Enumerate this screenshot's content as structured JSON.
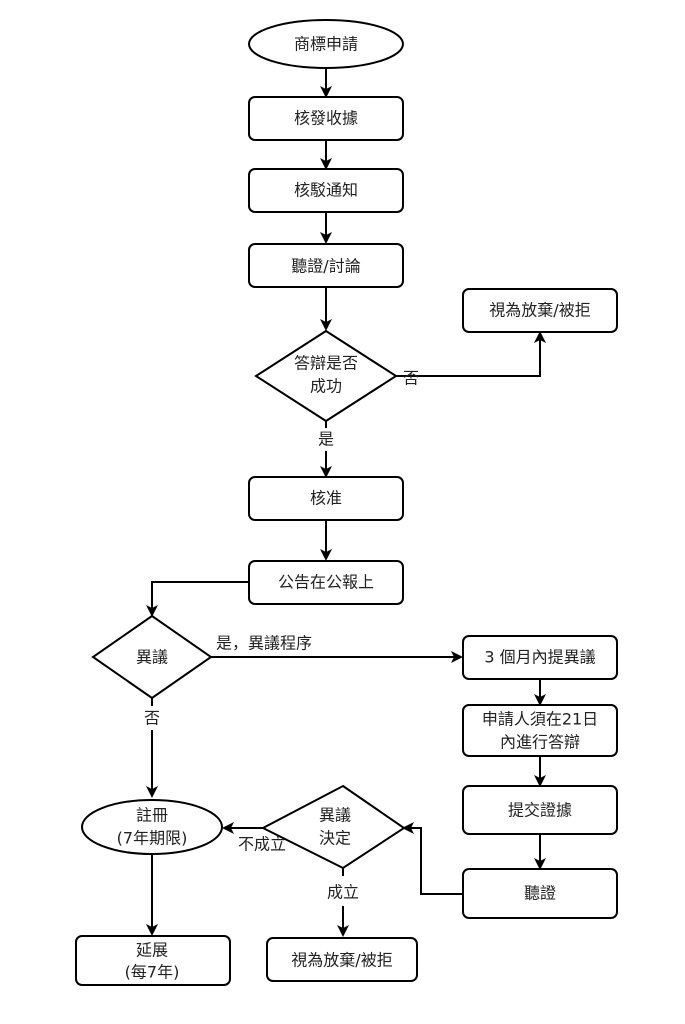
{
  "diagram": {
    "type": "flowchart",
    "nodes": {
      "start": {
        "shape": "ellipse",
        "lines": [
          "商標申請"
        ]
      },
      "receipt": {
        "shape": "rect",
        "lines": [
          "核發收據"
        ]
      },
      "examine": {
        "shape": "rect",
        "lines": [
          "核駁通知"
        ]
      },
      "hearing1": {
        "shape": "rect",
        "lines": [
          "聽證/討論"
        ]
      },
      "defense_ok": {
        "shape": "diamond",
        "lines": [
          "答辯是否",
          "成功"
        ]
      },
      "reject1": {
        "shape": "rect",
        "lines": [
          "視為放棄/被拒"
        ]
      },
      "approve": {
        "shape": "rect",
        "lines": [
          "核准"
        ]
      },
      "publish": {
        "shape": "rect",
        "lines": [
          "公告在公報上"
        ]
      },
      "opposition": {
        "shape": "diamond",
        "lines": [
          "異議"
        ]
      },
      "file_opp": {
        "shape": "rect",
        "lines": [
          "3 個月內提異議"
        ]
      },
      "reply21": {
        "shape": "rect",
        "lines": [
          "申請人須在21日",
          "內進行答辯"
        ]
      },
      "evidence": {
        "shape": "rect",
        "lines": [
          "提交證據"
        ]
      },
      "hearing2": {
        "shape": "rect",
        "lines": [
          "聽證"
        ]
      },
      "opp_decision": {
        "shape": "diamond",
        "lines": [
          "異議",
          "決定"
        ]
      },
      "register": {
        "shape": "ellipse",
        "lines": [
          "註冊",
          "(7年期限)"
        ]
      },
      "renew": {
        "shape": "rect",
        "lines": [
          "延展",
          "(每7年)"
        ]
      },
      "reject2": {
        "shape": "rect",
        "lines": [
          "視為放棄/被拒"
        ]
      }
    },
    "edges": [
      {
        "from": "start",
        "to": "receipt",
        "label": ""
      },
      {
        "from": "receipt",
        "to": "examine",
        "label": ""
      },
      {
        "from": "examine",
        "to": "hearing1",
        "label": ""
      },
      {
        "from": "hearing1",
        "to": "defense_ok",
        "label": ""
      },
      {
        "from": "defense_ok",
        "to": "reject1",
        "label": "否"
      },
      {
        "from": "defense_ok",
        "to": "approve",
        "label": "是"
      },
      {
        "from": "approve",
        "to": "publish",
        "label": ""
      },
      {
        "from": "publish",
        "to": "opposition",
        "label": ""
      },
      {
        "from": "opposition",
        "to": "file_opp",
        "label": "是，異議程序"
      },
      {
        "from": "opposition",
        "to": "register",
        "label": "否"
      },
      {
        "from": "file_opp",
        "to": "reply21",
        "label": ""
      },
      {
        "from": "reply21",
        "to": "evidence",
        "label": ""
      },
      {
        "from": "evidence",
        "to": "hearing2",
        "label": ""
      },
      {
        "from": "hearing2",
        "to": "opp_decision",
        "label": ""
      },
      {
        "from": "opp_decision",
        "to": "register",
        "label": "不成立"
      },
      {
        "from": "opp_decision",
        "to": "reject2",
        "label": "成立"
      },
      {
        "from": "register",
        "to": "renew",
        "label": ""
      }
    ]
  }
}
